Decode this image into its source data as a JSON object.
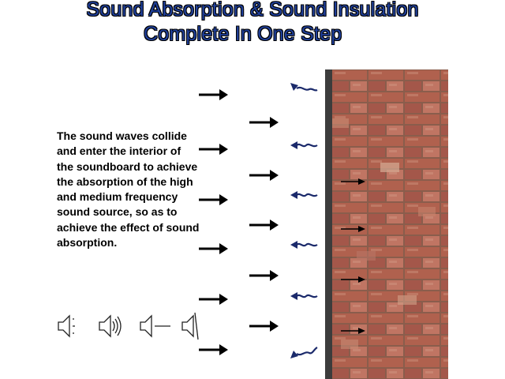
{
  "title": {
    "line1": "Sound Absorption & Sound Insulation",
    "line2": "Complete In One Step"
  },
  "description_lines": [
    "The sound waves collide",
    "and enter the interior of",
    "the soundboard to achieve",
    "the absorption of the high",
    "and medium frequency",
    "sound source, so as to",
    "achieve the effect of sound",
    "absorption."
  ],
  "colors": {
    "title_fill": "#1f3f9a",
    "wave_color": "#1b2a6b",
    "arrow_color": "#000000",
    "wall_edge": "#3c3c3c"
  },
  "icons": [
    "speaker-low-icon",
    "speaker-high-icon",
    "speaker-mute-icon",
    "speaker-off-icon"
  ]
}
